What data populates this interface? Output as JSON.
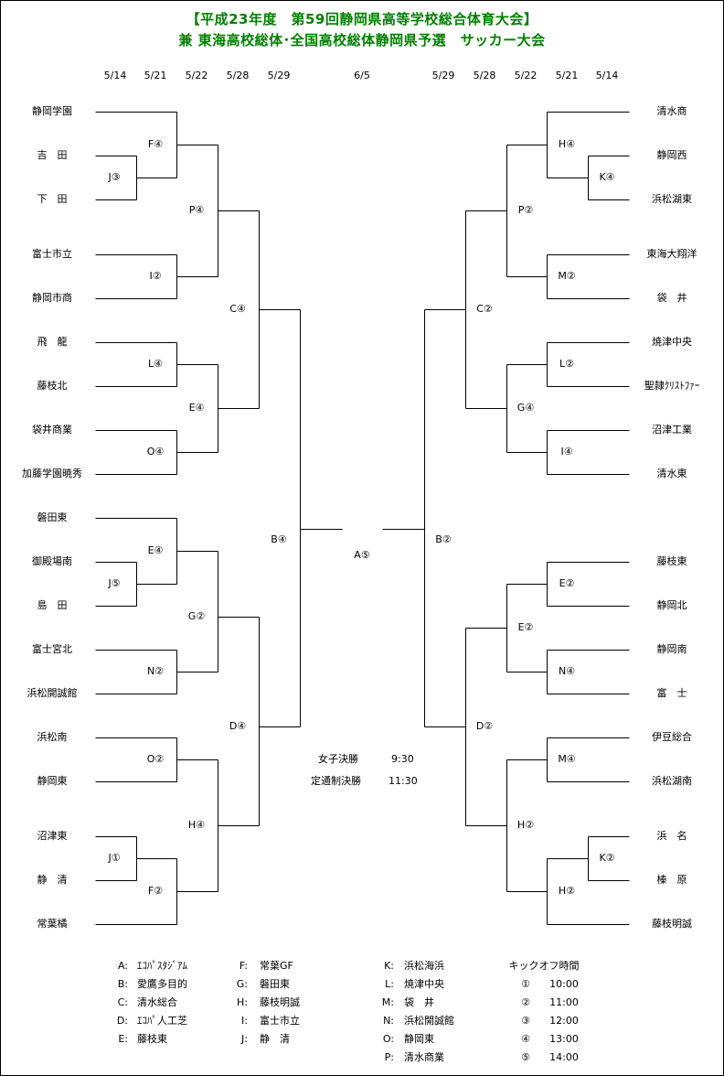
{
  "title": {
    "line1": "【平成23年度　第59回静岡県高等学校総合体育大会】",
    "line2": "兼 東海高校総体･全国高校総体静岡県予選　サッカー大会"
  },
  "dates": {
    "left": [
      "5/14",
      "5/21",
      "5/22",
      "5/28",
      "5/29"
    ],
    "final": "6/5",
    "right": [
      "5/29",
      "5/28",
      "5/22",
      "5/21",
      "5/14"
    ]
  },
  "teams": {
    "left": [
      "静岡学園",
      "吉　田",
      "下　田",
      "富士市立",
      "静岡市商",
      "飛　龍",
      "藤枝北",
      "袋井商業",
      "加藤学園暁秀",
      "磐田東",
      "御殿場南",
      "島　田",
      "富士宮北",
      "浜松開誠館",
      "浜松南",
      "静岡東",
      "沼津東",
      "静　清",
      "常葉橘"
    ],
    "right": [
      "清水商",
      "静岡西",
      "浜松湖東",
      "東海大翔洋",
      "袋　井",
      "焼津中央",
      "聖隷ｸﾘｽﾄﾌｧｰ",
      "沼津工業",
      "清水東",
      "藤枝東",
      "静岡北",
      "静岡南",
      "富　士",
      "伊豆総合",
      "浜松湖南",
      "浜　名",
      "榛　原",
      "藤枝明誠"
    ]
  },
  "matches": {
    "left": {
      "r1": [
        "J③",
        "J⑤",
        "J①"
      ],
      "r2": [
        "F④",
        "I②",
        "L④",
        "O④",
        "E④",
        "N②",
        "O②",
        "F②"
      ],
      "r3": [
        "P④",
        "E④",
        "G②",
        "H④"
      ],
      "r4": [
        "C④",
        "D④"
      ],
      "r5": [
        "B④"
      ]
    },
    "final": "A⑤",
    "right": {
      "r1": [
        "K④",
        "K②"
      ],
      "r2": [
        "H④",
        "M②",
        "L②",
        "I④",
        "E②",
        "N④",
        "M④",
        "H②"
      ],
      "r3": [
        "P②",
        "G④",
        "E②",
        "H②"
      ],
      "r4": [
        "C②",
        "D②"
      ],
      "r5": [
        "B②"
      ]
    }
  },
  "schedule": [
    {
      "label": "女子決勝",
      "time": "9:30"
    },
    {
      "label": "定通制決勝",
      "time": "11:30"
    }
  ],
  "venues": [
    {
      "code": "A:",
      "name": "ｴｺﾊﾟｽﾀｼﾞｱﾑ"
    },
    {
      "code": "B:",
      "name": "愛鷹多目的"
    },
    {
      "code": "C:",
      "name": "清水総合"
    },
    {
      "code": "D:",
      "name": "ｴｺﾊﾟ人工芝"
    },
    {
      "code": "E:",
      "name": "藤枝東"
    },
    {
      "code": "F:",
      "name": "常葉GF"
    },
    {
      "code": "G:",
      "name": "磐田東"
    },
    {
      "code": "H:",
      "name": "藤枝明誠"
    },
    {
      "code": "I:",
      "name": "富士市立"
    },
    {
      "code": "J:",
      "name": "静　清"
    },
    {
      "code": "K:",
      "name": "浜松海浜"
    },
    {
      "code": "L:",
      "name": "焼津中央"
    },
    {
      "code": "M:",
      "name": "袋　井"
    },
    {
      "code": "N:",
      "name": "浜松開誠館"
    },
    {
      "code": "O:",
      "name": "静岡東"
    },
    {
      "code": "P:",
      "name": "清水商業"
    }
  ],
  "kickoff": {
    "heading": "キックオフ時間",
    "rows": [
      {
        "mark": "①",
        "time": "10:00"
      },
      {
        "mark": "②",
        "time": "11:00"
      },
      {
        "mark": "③",
        "time": "12:00"
      },
      {
        "mark": "④",
        "time": "13:00"
      },
      {
        "mark": "⑤",
        "time": "14:00"
      }
    ]
  }
}
